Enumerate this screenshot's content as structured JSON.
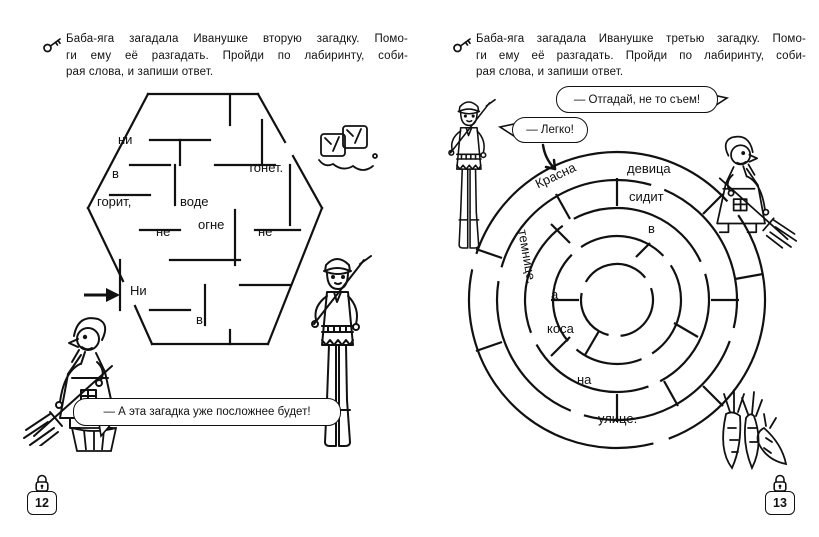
{
  "book": {
    "ink_color": "#111111",
    "left_page": {
      "instruction_lines": [
        "Баба-яга загадала Иванушке вторую загадку. Помо-",
        "ги ему её разгадать. Пройди по лабиринту, соби-",
        "рая слова, и запиши ответ."
      ],
      "maze_words": [
        "ни",
        "в",
        "тонет.",
        "горит,",
        "воде",
        "не",
        "огне",
        "не",
        "Ни",
        "в"
      ],
      "speech_bubble": "— А эта загадка уже посложнее будет!",
      "page_number": "12"
    },
    "right_page": {
      "instruction_lines": [
        "Баба-яга загадала Иванушке третью загадку. Помо-",
        "ги ему её разгадать. Пройди по лабиринту, соби-",
        "рая слова, и запиши ответ."
      ],
      "maze_words": [
        "Красна",
        "девица",
        "сидит",
        "в",
        "темнице,",
        "а",
        "коса",
        "на",
        "улице."
      ],
      "speech_bubble_1": "— Отгадай, не то съем!",
      "speech_bubble_2": "— Легко!",
      "page_number": "13"
    },
    "icons": {
      "header": "key-icon",
      "footer": "padlock-icon"
    }
  }
}
